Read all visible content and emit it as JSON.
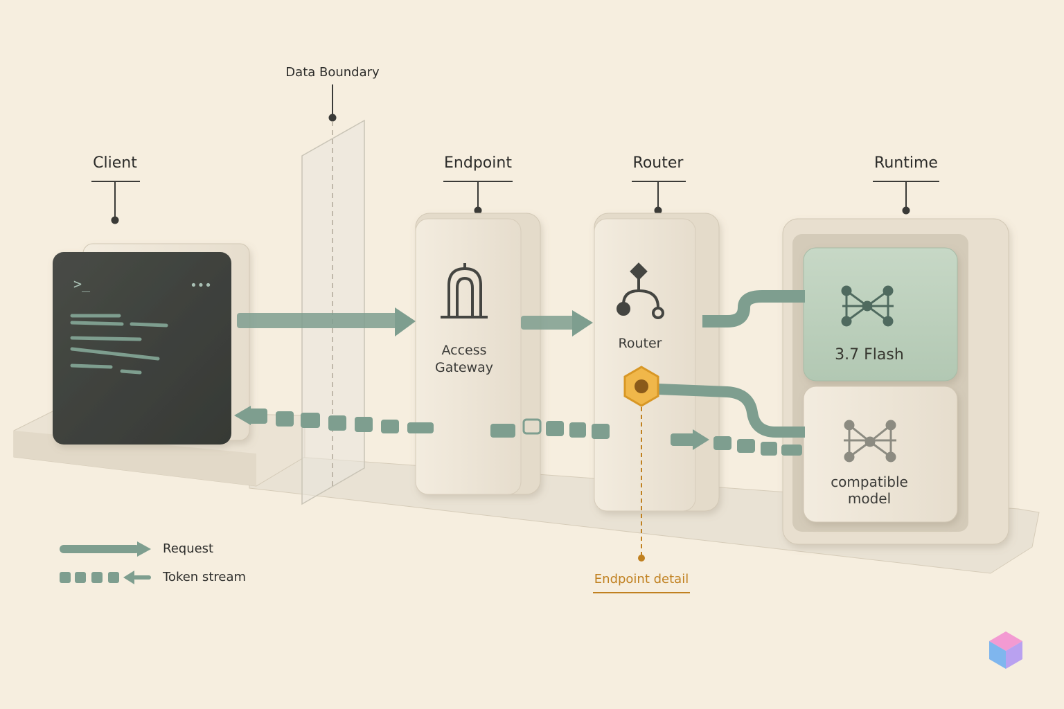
{
  "labels": {
    "data_boundary": "Data Boundary",
    "client": "Client",
    "endpoint": "Endpoint",
    "router": "Router",
    "runtime": "Runtime"
  },
  "boxes": {
    "access_gateway_line1": "Access",
    "access_gateway_line2": "Gateway",
    "router": "Router",
    "model_primary": "3.7 Flash",
    "model_compatible_line1": "compatible",
    "model_compatible_line2": "model"
  },
  "terminal": {
    "prompt": ">_",
    "menu": "•••"
  },
  "legend": {
    "request": "Request",
    "token_stream": "Token stream"
  },
  "annotation": {
    "endpoint_detail": "Endpoint detail"
  },
  "colors": {
    "background": "#f6eedf",
    "panel": "#efe8db",
    "terminal": "#3f423e",
    "arrow": "#7e9e8f",
    "model_green": "#bcd0bd",
    "accent": "#e8a533"
  },
  "icons": {
    "gateway": "gateway-arch-icon",
    "router": "router-branch-icon",
    "model": "neural-network-icon",
    "hexagon": "hexagon-endpoint-icon",
    "logo": "cube-logo-icon"
  }
}
